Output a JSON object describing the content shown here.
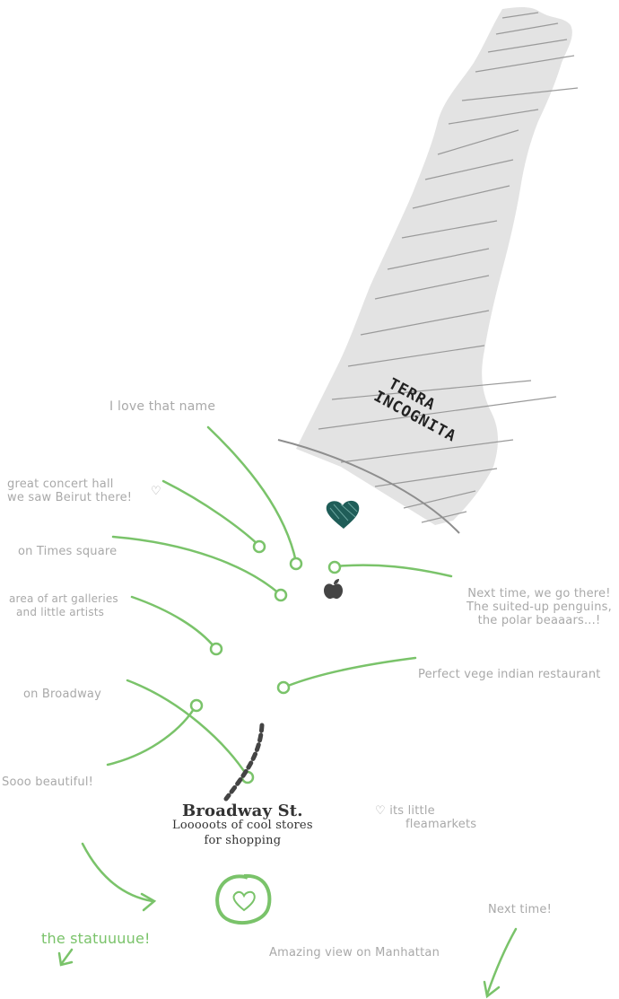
{
  "colors": {
    "land": "#e3e3e3",
    "hatch": "#9a9a9a",
    "green": "#7ac36a",
    "teal": "#1f5d58",
    "text_gray": "#a9a9a9",
    "dark": "#333333"
  },
  "terra_incognita": {
    "line1": "TERRA",
    "line2": "INCOGNITA"
  },
  "annotations": {
    "love_name": "I love that name",
    "concert_line1": "great concert hall",
    "concert_line2": "we saw Beirut there!",
    "times_square": "on Times square",
    "galleries_line1": "area of art galleries",
    "galleries_line2": "and little artists",
    "broadway": "on Broadway",
    "beautiful": "Sooo beautiful!",
    "next_time_line1": "Next time, we go there!",
    "next_time_line2": "The suited-up penguins,",
    "next_time_line3": "the polar beaaars...!",
    "indian": "Perfect vege indian restaurant",
    "flea_line1": "its little",
    "flea_line2": "fleamarkets",
    "statue": "the statuuuue!",
    "view": "Amazing view on Manhattan",
    "next_time_short": "Next time!"
  },
  "broadway_st": {
    "title": "Broadway St.",
    "sub_line1": "Looooots of cool stores",
    "sub_line2": "for shopping"
  },
  "icons": [
    "heart-icon",
    "apple-icon",
    "heart-outline-icon"
  ]
}
